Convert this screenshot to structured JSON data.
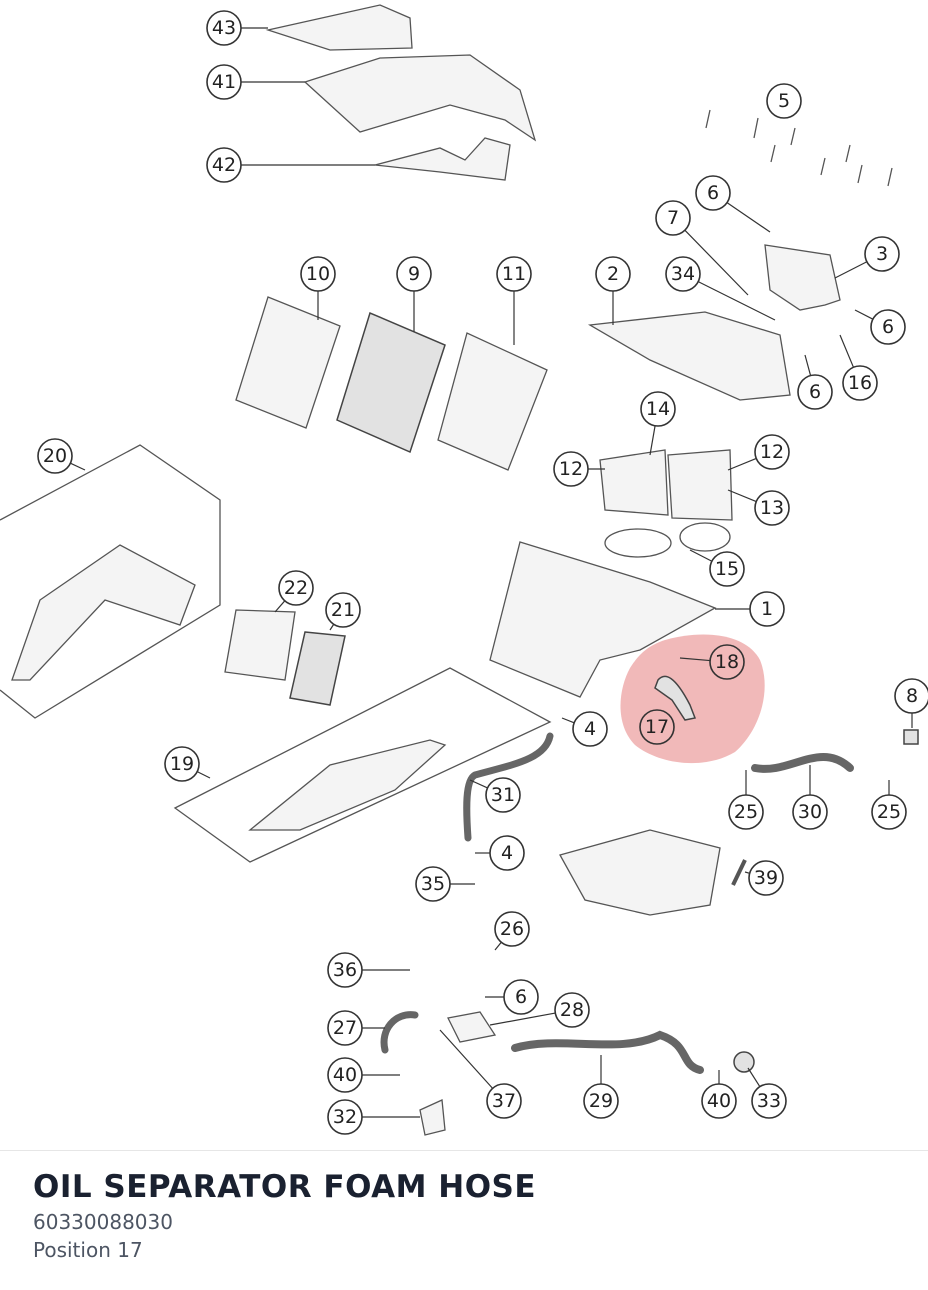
{
  "diagram": {
    "highlight_color": "#e88a8a",
    "callouts": [
      {
        "id": "c43",
        "label": "43"
      },
      {
        "id": "c41",
        "label": "41"
      },
      {
        "id": "c42",
        "label": "42"
      },
      {
        "id": "c5",
        "label": "5"
      },
      {
        "id": "c6a",
        "label": "6"
      },
      {
        "id": "c7",
        "label": "7"
      },
      {
        "id": "c3",
        "label": "3"
      },
      {
        "id": "c10",
        "label": "10"
      },
      {
        "id": "c9",
        "label": "9"
      },
      {
        "id": "c11",
        "label": "11"
      },
      {
        "id": "c2",
        "label": "2"
      },
      {
        "id": "c34",
        "label": "34"
      },
      {
        "id": "c6b",
        "label": "6"
      },
      {
        "id": "c6c",
        "label": "6"
      },
      {
        "id": "c16",
        "label": "16"
      },
      {
        "id": "c14",
        "label": "14"
      },
      {
        "id": "c12a",
        "label": "12"
      },
      {
        "id": "c12b",
        "label": "12"
      },
      {
        "id": "c13",
        "label": "13"
      },
      {
        "id": "c20",
        "label": "20"
      },
      {
        "id": "c15",
        "label": "15"
      },
      {
        "id": "c1",
        "label": "1"
      },
      {
        "id": "c22",
        "label": "22"
      },
      {
        "id": "c21",
        "label": "21"
      },
      {
        "id": "c18",
        "label": "18"
      },
      {
        "id": "c17",
        "label": "17"
      },
      {
        "id": "c8",
        "label": "8"
      },
      {
        "id": "c4a",
        "label": "4"
      },
      {
        "id": "c19",
        "label": "19"
      },
      {
        "id": "c31",
        "label": "31"
      },
      {
        "id": "c25a",
        "label": "25"
      },
      {
        "id": "c30",
        "label": "30"
      },
      {
        "id": "c25b",
        "label": "25"
      },
      {
        "id": "c4b",
        "label": "4"
      },
      {
        "id": "c35",
        "label": "35"
      },
      {
        "id": "c39",
        "label": "39"
      },
      {
        "id": "c26",
        "label": "26"
      },
      {
        "id": "c36",
        "label": "36"
      },
      {
        "id": "c6d",
        "label": "6"
      },
      {
        "id": "c28",
        "label": "28"
      },
      {
        "id": "c27",
        "label": "27"
      },
      {
        "id": "c40a",
        "label": "40"
      },
      {
        "id": "c29",
        "label": "29"
      },
      {
        "id": "c37",
        "label": "37"
      },
      {
        "id": "c40b",
        "label": "40"
      },
      {
        "id": "c33",
        "label": "33"
      },
      {
        "id": "c32",
        "label": "32"
      }
    ]
  },
  "part": {
    "title": "OIL SEPARATOR FOAM HOSE",
    "number": "60330088030",
    "position": "Position 17"
  }
}
